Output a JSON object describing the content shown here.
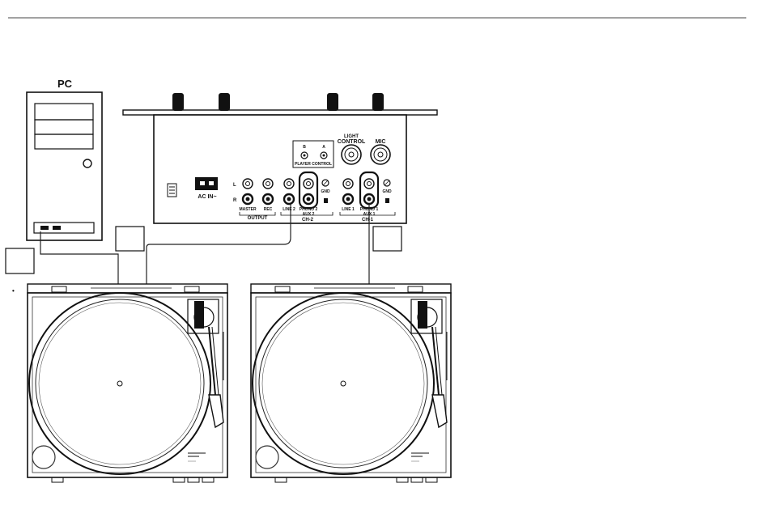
{
  "pc": {
    "label": "PC"
  },
  "mixer": {
    "ac_label": "AC IN~",
    "light_control_top": "LIGHT",
    "light_control_bottom": "CONTROL",
    "mic_label": "MIC",
    "player_control_label": "PLAYER CONTROL",
    "player_control_jacks": [
      "B",
      "A"
    ],
    "lr": {
      "l": "L",
      "r": "R"
    },
    "output_jacks": [
      "MASTER",
      "REC"
    ],
    "output_label": "OUTPUT",
    "ch2": {
      "line": "LINE 2",
      "phono": "PHONO 2",
      "aux": "AUX 2",
      "gnd": "GND",
      "label": "CH-2"
    },
    "ch1": {
      "line": "LINE 1",
      "phono": "PHONO 1",
      "aux": "AUX 1",
      "gnd": "GND",
      "label": "CH-1"
    }
  },
  "callouts": [
    {
      "id": "box-left-pc",
      "text": ""
    },
    {
      "id": "box-ch2",
      "text": ""
    },
    {
      "id": "box-ch1",
      "text": ""
    }
  ],
  "marker": {
    "text": "•"
  }
}
